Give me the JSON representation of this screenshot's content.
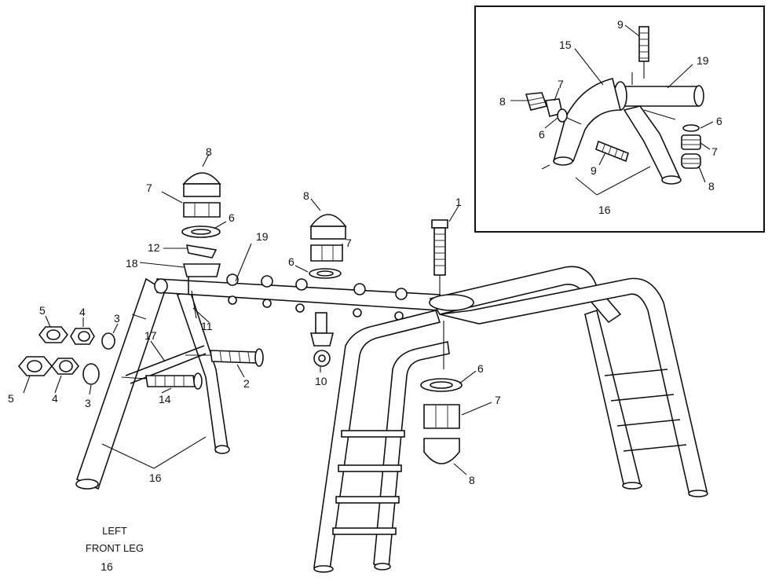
{
  "labels": {
    "inset": {
      "p9_top": "9",
      "p15": "15",
      "p19": "19",
      "p7_left": "7",
      "p8_left": "8",
      "p6_left": "6",
      "p6_right": "6",
      "p7_right": "7",
      "p8_right": "8",
      "p9_mid": "9",
      "p16": "16"
    },
    "main": {
      "p8_a": "8",
      "p7_a": "7",
      "p6_a": "6",
      "p12": "12",
      "p18": "18",
      "p19": "19",
      "p8_b": "8",
      "p7_b": "7",
      "p6_b": "6",
      "p1": "1",
      "p11": "11",
      "p10": "10",
      "p17": "17",
      "p5_a": "5",
      "p4_a": "4",
      "p3_a": "3",
      "p5_b": "5",
      "p4_b": "4",
      "p3_b": "3",
      "p2": "2",
      "p14": "14",
      "p16": "16",
      "p6_c": "6",
      "p7_c": "7",
      "p8_c": "8"
    },
    "caption_line1": "LEFT",
    "caption_line2": "FRONT LEG",
    "caption_line3": "16"
  }
}
